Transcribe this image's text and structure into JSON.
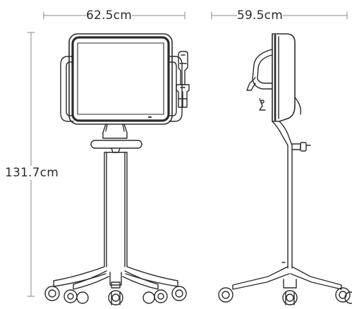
{
  "dimensions": {
    "front_width": "62.5cm",
    "side_depth": "59.5cm",
    "total_height": "131.7cm"
  },
  "colors": {
    "line": "#2b2b2b",
    "dim_line": "#8a8a8a",
    "screen_fill": "#ffffff",
    "background": "#ffffff"
  }
}
